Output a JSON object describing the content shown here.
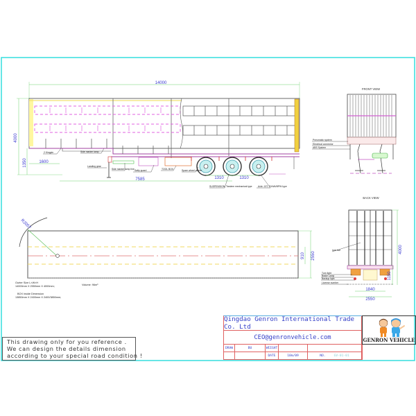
{
  "drawing": {
    "frame_color": "#40e0e0",
    "side_view": {
      "overall_length": "14000",
      "height": "4000",
      "deck_height": "1350",
      "kingpin_offset": "1600",
      "axle_position": "7585",
      "axle_spacing_1": "1310",
      "axle_spacing_2": "1310",
      "annotations": [
        "2 Kingpin",
        "Side marker lamp",
        "Landing gear",
        "Side marker lamp line",
        "Safty guard",
        "TOOL BOX",
        "Spare wheel carrier",
        "SUSPENSION: Tandem mechanical type",
        "Axle: 13T, FUWA/BPW type"
      ]
    },
    "front_view": {
      "title": "FRONT VIEW",
      "annotations": [
        "Pneumatic system",
        "Electrical connector",
        "ABS System"
      ]
    },
    "back_view": {
      "title": "BACK VIEW",
      "height": "4000",
      "lower_height": "1150",
      "light_spacing": "1840",
      "width": "2550",
      "annotations": [
        "lock bar",
        "Turn light",
        "Brake Lamp",
        "Backup light",
        "License number"
      ]
    },
    "top_view": {
      "turning_radius": "R2057",
      "kingpin_width": "910",
      "width": "2550"
    },
    "notes": {
      "outer_size_label": "Ourter Size L×W×H",
      "outer_size_value": "14000mm X 2550mm X 4000mm;",
      "box_inside_label": "BOX inside Dimension",
      "box_inside_value": "13850mm X 2400mm X 2400/3850mm;",
      "volume": "Volume: 96m³"
    }
  },
  "disclaimer": {
    "lines": [
      "This drawing only for you reference .",
      "We can design the details dimension",
      "according to your special road condition !"
    ]
  },
  "title_block": {
    "company": "Qingdao Genron International Trade Co. Ltd",
    "email": "CEO@genronvehicle.com",
    "draw_label": "DRAW",
    "draw_value": "BU",
    "weight_label": "WEIGHT",
    "weight_value": "",
    "date_label": "DATE",
    "date_value": "10m/09",
    "no_label": "NO.",
    "no_value": "GV-01-01",
    "logo_text": "GENRON VEHICLE"
  }
}
